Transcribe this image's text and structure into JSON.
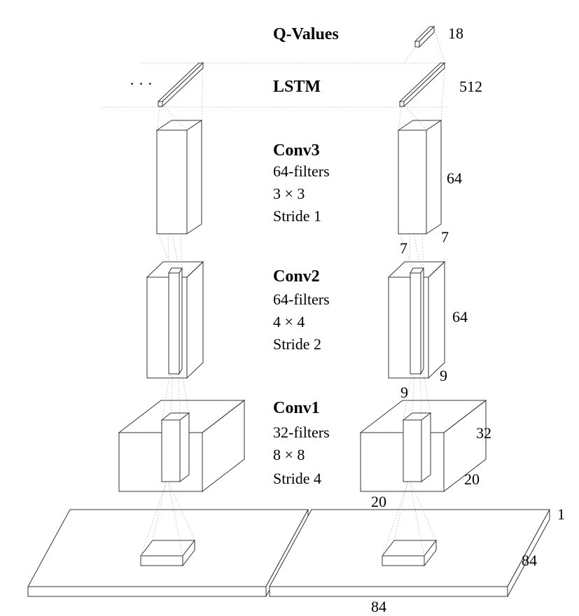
{
  "layers": {
    "qvalues": {
      "title": "Q-Values",
      "size": "18"
    },
    "lstm": {
      "title": "LSTM",
      "size": "512",
      "ellipsis": "· · ·"
    },
    "conv3": {
      "title": "Conv3",
      "filters": "64-filters",
      "kernel": "3 × 3",
      "stride": "Stride 1",
      "depth": "64",
      "width": "7",
      "height": "7"
    },
    "conv2": {
      "title": "Conv2",
      "filters": "64-filters",
      "kernel": "4 × 4",
      "stride": "Stride 2",
      "depth": "64",
      "width": "9",
      "height": "9"
    },
    "conv1": {
      "title": "Conv1",
      "filters": "32-filters",
      "kernel": "8 × 8",
      "stride": "Stride 4",
      "depth": "32",
      "width": "20",
      "height": "20"
    },
    "input": {
      "depth": "1",
      "width": "84",
      "height": "84"
    }
  }
}
